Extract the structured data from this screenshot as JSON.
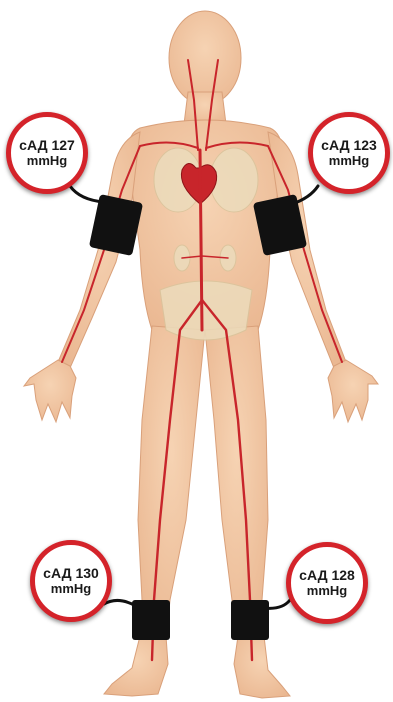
{
  "colors": {
    "skin": "#f3c9a5",
    "skin_shade": "#e6ad86",
    "artery": "#c8252b",
    "bone": "#ead8b8",
    "cuff": "#111111",
    "badge_ring": "#d4232a"
  },
  "readings": {
    "left_arm": {
      "value": "сАД 127",
      "unit": "mmHg"
    },
    "right_arm": {
      "value": "сАД 123",
      "unit": "mmHg"
    },
    "left_ankle": {
      "value": "сАД 130",
      "unit": "mmHg"
    },
    "right_ankle": {
      "value": "сАД 128",
      "unit": "mmHg"
    }
  }
}
